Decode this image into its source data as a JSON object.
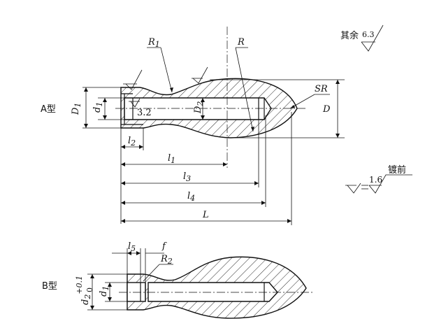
{
  "labels": {
    "typeA": "A型",
    "typeB": "B型",
    "R1": "R",
    "R1sub": "1",
    "R": "R",
    "SR": "SR",
    "D": "D",
    "D1": "D",
    "D1sub": "1",
    "d1": "d",
    "d1sub": "1",
    "D2": "D",
    "D2sub": "2",
    "roughness32": "3.2",
    "l1": "l",
    "l1sub": "1",
    "l2": "l",
    "l2sub": "2",
    "l3": "l",
    "l3sub": "3",
    "l4": "l",
    "l4sub": "4",
    "L": "L",
    "l5": "l",
    "l5sub": "5",
    "f": "f",
    "R2": "R",
    "R2sub": "2",
    "d2": "d",
    "d2sub": "2",
    "d2tolUp": "+0.1",
    "d2tolLow": "0",
    "bd1": "d",
    "bd1sub": "1"
  },
  "notes": {
    "rest_prefix": "其余",
    "rest_value": "6.3",
    "equiv_value": "1.6",
    "equiv_suffix": "镀前"
  }
}
